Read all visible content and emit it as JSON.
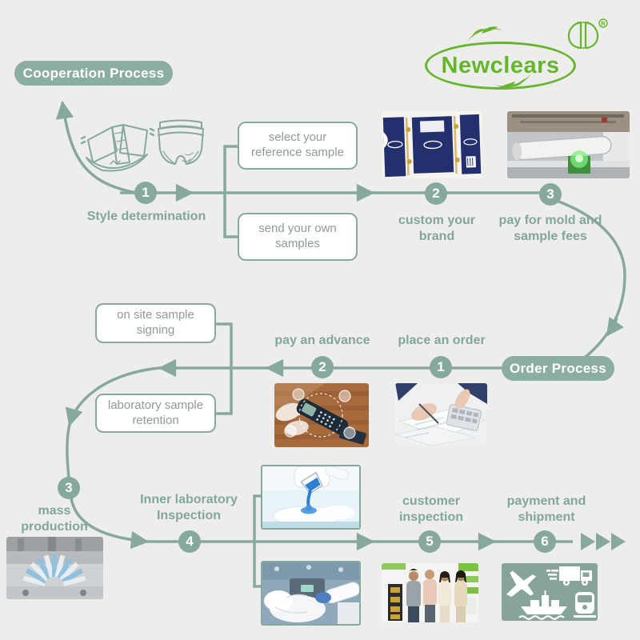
{
  "brand": {
    "name": "Newclears",
    "registered_mark": "®",
    "logo_color": "#65b52f",
    "monogram_icon": "mirrored-d-monogram"
  },
  "colors": {
    "background": "#ededeb",
    "sage_line": "#87a89e",
    "badge_bg": "#8cada3",
    "label_text": "#82a69c",
    "box_border": "#8aa8a0",
    "box_text": "#8e9b99",
    "brand_green": "#65b52f",
    "packaging_navy": "#242f6d"
  },
  "cooperation": {
    "badge": "Cooperation Process",
    "steps": [
      {
        "num": "1",
        "label": "Style determination"
      },
      {
        "num": "2",
        "label": "custom your brand"
      },
      {
        "num": "3",
        "label": "pay for mold and sample fees"
      }
    ],
    "options": [
      {
        "label": "select your reference sample"
      },
      {
        "label": "send your own samples"
      }
    ]
  },
  "order": {
    "badge": "Order Process",
    "steps": [
      {
        "num": "1",
        "label": "place an order"
      },
      {
        "num": "2",
        "label": "pay an advance"
      },
      {
        "num": "3",
        "label": "mass production"
      },
      {
        "num": "4",
        "label": "Inner laboratory Inspection"
      },
      {
        "num": "5",
        "label": "customer inspection"
      },
      {
        "num": "6",
        "label": "payment and shipment"
      }
    ],
    "options": [
      {
        "label": "on site sample signing"
      },
      {
        "label": "laboratory sample retention"
      }
    ]
  },
  "icons": {
    "transport": [
      "airplane",
      "delivery-truck",
      "cargo-ship",
      "train"
    ],
    "product_drawings": [
      "open-adult-diaper",
      "pull-up-pants"
    ]
  }
}
